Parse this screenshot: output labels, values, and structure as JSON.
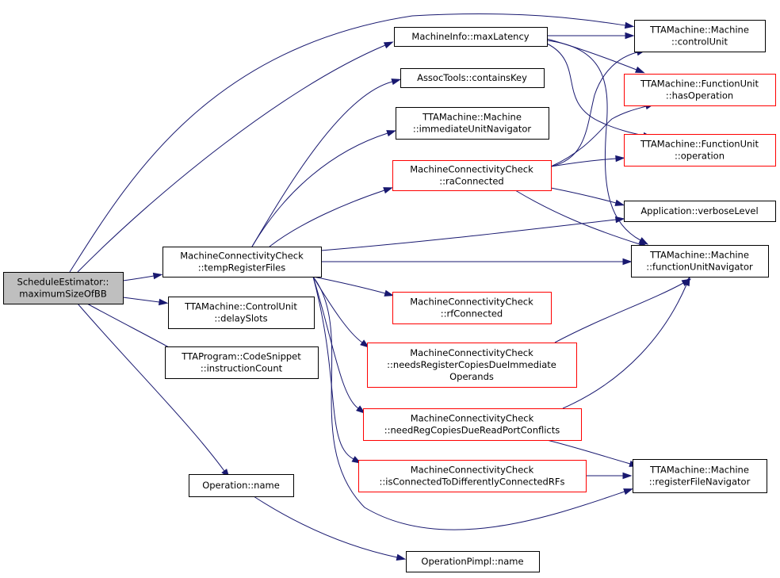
{
  "colors": {
    "edge": "#191970",
    "node_border": "#000000",
    "node_border_incomplete": "#ff0000",
    "root_fill": "#bfbfbf",
    "node_fill": "#ffffff"
  },
  "nodes": [
    {
      "id": "se",
      "lines": [
        "ScheduleEstimator::",
        "maximumSizeOfBB"
      ],
      "style": "root"
    },
    {
      "id": "mi",
      "lines": [
        "MachineInfo::maxLatency"
      ],
      "style": "normal"
    },
    {
      "id": "at",
      "lines": [
        "AssocTools::containsKey"
      ],
      "style": "normal"
    },
    {
      "id": "iun",
      "lines": [
        "TTAMachine::Machine",
        "::immediateUnitNavigator"
      ],
      "style": "normal"
    },
    {
      "id": "ra",
      "lines": [
        "MachineConnectivityCheck",
        "::raConnected"
      ],
      "style": "incomplete"
    },
    {
      "id": "trf",
      "lines": [
        "MachineConnectivityCheck",
        "::tempRegisterFiles"
      ],
      "style": "normal"
    },
    {
      "id": "rfc",
      "lines": [
        "MachineConnectivityCheck",
        "::rfConnected"
      ],
      "style": "incomplete"
    },
    {
      "id": "nrc",
      "lines": [
        "MachineConnectivityCheck",
        "::needsRegisterCopiesDueImmediate",
        "Operands"
      ],
      "style": "incomplete"
    },
    {
      "id": "nrp",
      "lines": [
        "MachineConnectivityCheck",
        "::needRegCopiesDueReadPortConflicts"
      ],
      "style": "incomplete"
    },
    {
      "id": "icd",
      "lines": [
        "MachineConnectivityCheck",
        "::isConnectedToDifferentlyConnectedRFs"
      ],
      "style": "incomplete"
    },
    {
      "id": "cu",
      "lines": [
        "TTAMachine::Machine",
        "::controlUnit"
      ],
      "style": "normal"
    },
    {
      "id": "hop",
      "lines": [
        "TTAMachine::FunctionUnit",
        "::hasOperation"
      ],
      "style": "incomplete"
    },
    {
      "id": "fop",
      "lines": [
        "TTAMachine::FunctionUnit",
        "::operation"
      ],
      "style": "incomplete"
    },
    {
      "id": "vl",
      "lines": [
        "Application::verboseLevel"
      ],
      "style": "normal"
    },
    {
      "id": "fun",
      "lines": [
        "TTAMachine::Machine",
        "::functionUnitNavigator"
      ],
      "style": "normal"
    },
    {
      "id": "rfn",
      "lines": [
        "TTAMachine::Machine",
        "::registerFileNavigator"
      ],
      "style": "normal"
    },
    {
      "id": "ds",
      "lines": [
        "TTAMachine::ControlUnit",
        "::delaySlots"
      ],
      "style": "normal"
    },
    {
      "id": "ic",
      "lines": [
        "TTAProgram::CodeSnippet",
        "::instructionCount"
      ],
      "style": "normal"
    },
    {
      "id": "on",
      "lines": [
        "Operation::name"
      ],
      "style": "normal"
    },
    {
      "id": "opn",
      "lines": [
        "OperationPimpl::name"
      ],
      "style": "normal"
    }
  ],
  "edges": [
    {
      "from": "se",
      "to": "cu"
    },
    {
      "from": "se",
      "to": "mi"
    },
    {
      "from": "se",
      "to": "trf"
    },
    {
      "from": "se",
      "to": "ds"
    },
    {
      "from": "se",
      "to": "ic"
    },
    {
      "from": "se",
      "to": "on"
    },
    {
      "from": "mi",
      "to": "cu"
    },
    {
      "from": "mi",
      "to": "hop"
    },
    {
      "from": "mi",
      "to": "fop"
    },
    {
      "from": "mi",
      "to": "fun"
    },
    {
      "from": "trf",
      "to": "at"
    },
    {
      "from": "trf",
      "to": "iun"
    },
    {
      "from": "trf",
      "to": "ra"
    },
    {
      "from": "trf",
      "to": "vl"
    },
    {
      "from": "trf",
      "to": "fun"
    },
    {
      "from": "trf",
      "to": "rfc"
    },
    {
      "from": "trf",
      "to": "nrc"
    },
    {
      "from": "trf",
      "to": "nrp"
    },
    {
      "from": "trf",
      "to": "icd"
    },
    {
      "from": "trf",
      "to": "rfn"
    },
    {
      "from": "ra",
      "to": "cu"
    },
    {
      "from": "ra",
      "to": "hop"
    },
    {
      "from": "ra",
      "to": "fop"
    },
    {
      "from": "ra",
      "to": "vl"
    },
    {
      "from": "ra",
      "to": "fun"
    },
    {
      "from": "nrc",
      "to": "fun"
    },
    {
      "from": "nrp",
      "to": "fun"
    },
    {
      "from": "nrp",
      "to": "rfn"
    },
    {
      "from": "icd",
      "to": "rfn"
    },
    {
      "from": "on",
      "to": "opn"
    }
  ]
}
